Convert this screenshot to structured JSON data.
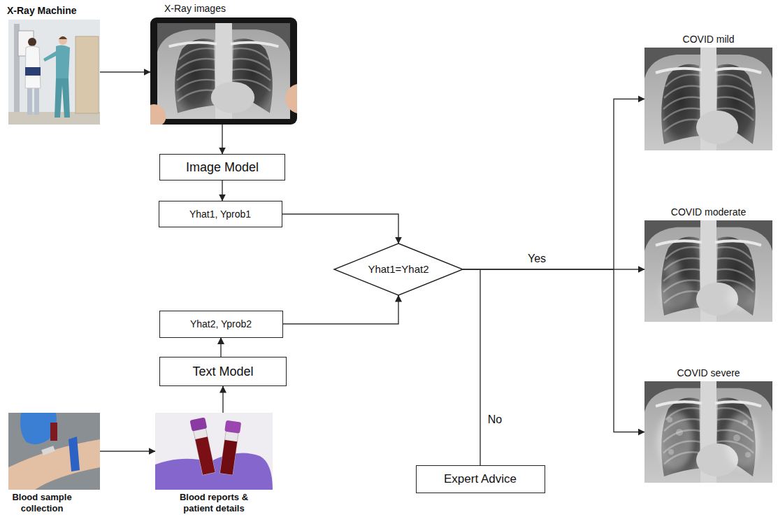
{
  "diagram": {
    "nodes": [
      {
        "text": [
          "X-Ray Machine"
        ]
      },
      {
        "text": [
          "X-Ray images"
        ]
      },
      {
        "text": [
          "Image Model"
        ]
      },
      {
        "text": [
          "Yhat1, Yprob1"
        ]
      },
      {
        "text": [
          "Yhat1=Yhat2"
        ]
      },
      {
        "text": [
          "COVID mild"
        ]
      },
      {
        "text": [
          "COVID moderate"
        ]
      },
      {
        "text": [
          "Yhat2, Yprob2"
        ]
      },
      {
        "text": [
          "Text Model"
        ]
      },
      {
        "text": [
          "COVID severe"
        ]
      },
      {
        "text": [
          "Blood sample collection"
        ]
      },
      {
        "text": [
          "Blood reports & patient details"
        ]
      },
      {
        "text": [
          "Expert Advice"
        ]
      }
    ],
    "edges": [
      {
        "from": 0,
        "to": 1,
        "arrow": "to"
      },
      {
        "from": 1,
        "to": 2,
        "arrow": "to"
      },
      {
        "from": 2,
        "to": 3,
        "arrow": "to"
      },
      {
        "from": 3,
        "to": 4,
        "arrow": "to"
      },
      {
        "from": 10,
        "to": 11,
        "arrow": "to"
      },
      {
        "from": 11,
        "to": 8,
        "arrow": "to"
      },
      {
        "from": 8,
        "to": 7,
        "arrow": "to"
      },
      {
        "from": 7,
        "to": 4,
        "arrow": "to"
      },
      {
        "from": 4,
        "to": 5,
        "arrow": "to"
      },
      {
        "from": 4,
        "to": 6,
        "label": "Yes",
        "arrow": "to"
      },
      {
        "from": 4,
        "to": 9,
        "arrow": "to"
      },
      {
        "from": 4,
        "to": 12,
        "label": "No",
        "arrow": "none"
      }
    ]
  }
}
